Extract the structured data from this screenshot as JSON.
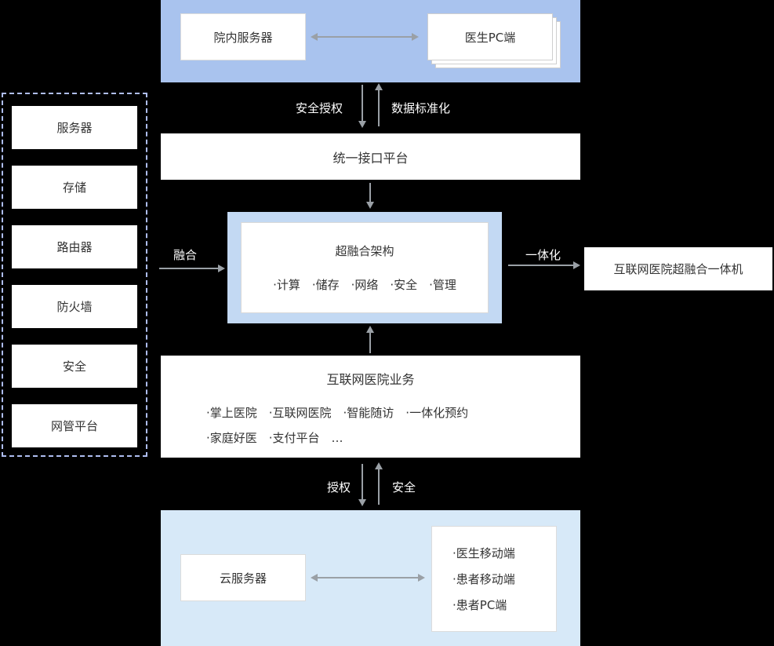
{
  "colors": {
    "background": "#000000",
    "top_panel_bg": "#a9c3ee",
    "bottom_panel_bg": "#d7e9f8",
    "center_panel_bg": "#c3d9f3",
    "node_bg": "#ffffff",
    "node_text": "#333333",
    "arrow": "#9aa0a6",
    "edge_label_text": "#ffffff",
    "dashed_border": "#aebdf0"
  },
  "top_panel": {
    "hospital_server": "院内服务器",
    "doctor_pc": "医生PC端"
  },
  "infra_panel": {
    "items": [
      "服务器",
      "存储",
      "路由器",
      "防火墙",
      "安全",
      "网管平台"
    ]
  },
  "interface_platform": {
    "label": "统一接口平台"
  },
  "edge_labels": {
    "security_auth": "安全授权",
    "data_standardization": "数据标准化",
    "fusion": "融合",
    "integration": "一体化",
    "authorization": "授权",
    "security": "安全"
  },
  "hyper_converged": {
    "title": "超融合架构",
    "items": "·计算　·储存　·网络　·安全　·管理"
  },
  "appliance": {
    "label": "互联网医院超融合一体机"
  },
  "business": {
    "title": "互联网医院业务",
    "line1": "·掌上医院　·互联网医院　·智能随访　·一体化预约",
    "line2": "·家庭好医　·支付平台　…"
  },
  "cloud_panel": {
    "cloud_server": "云服务器",
    "clients": [
      "·医生移动端",
      "·患者移动端",
      "·患者PC端"
    ]
  }
}
